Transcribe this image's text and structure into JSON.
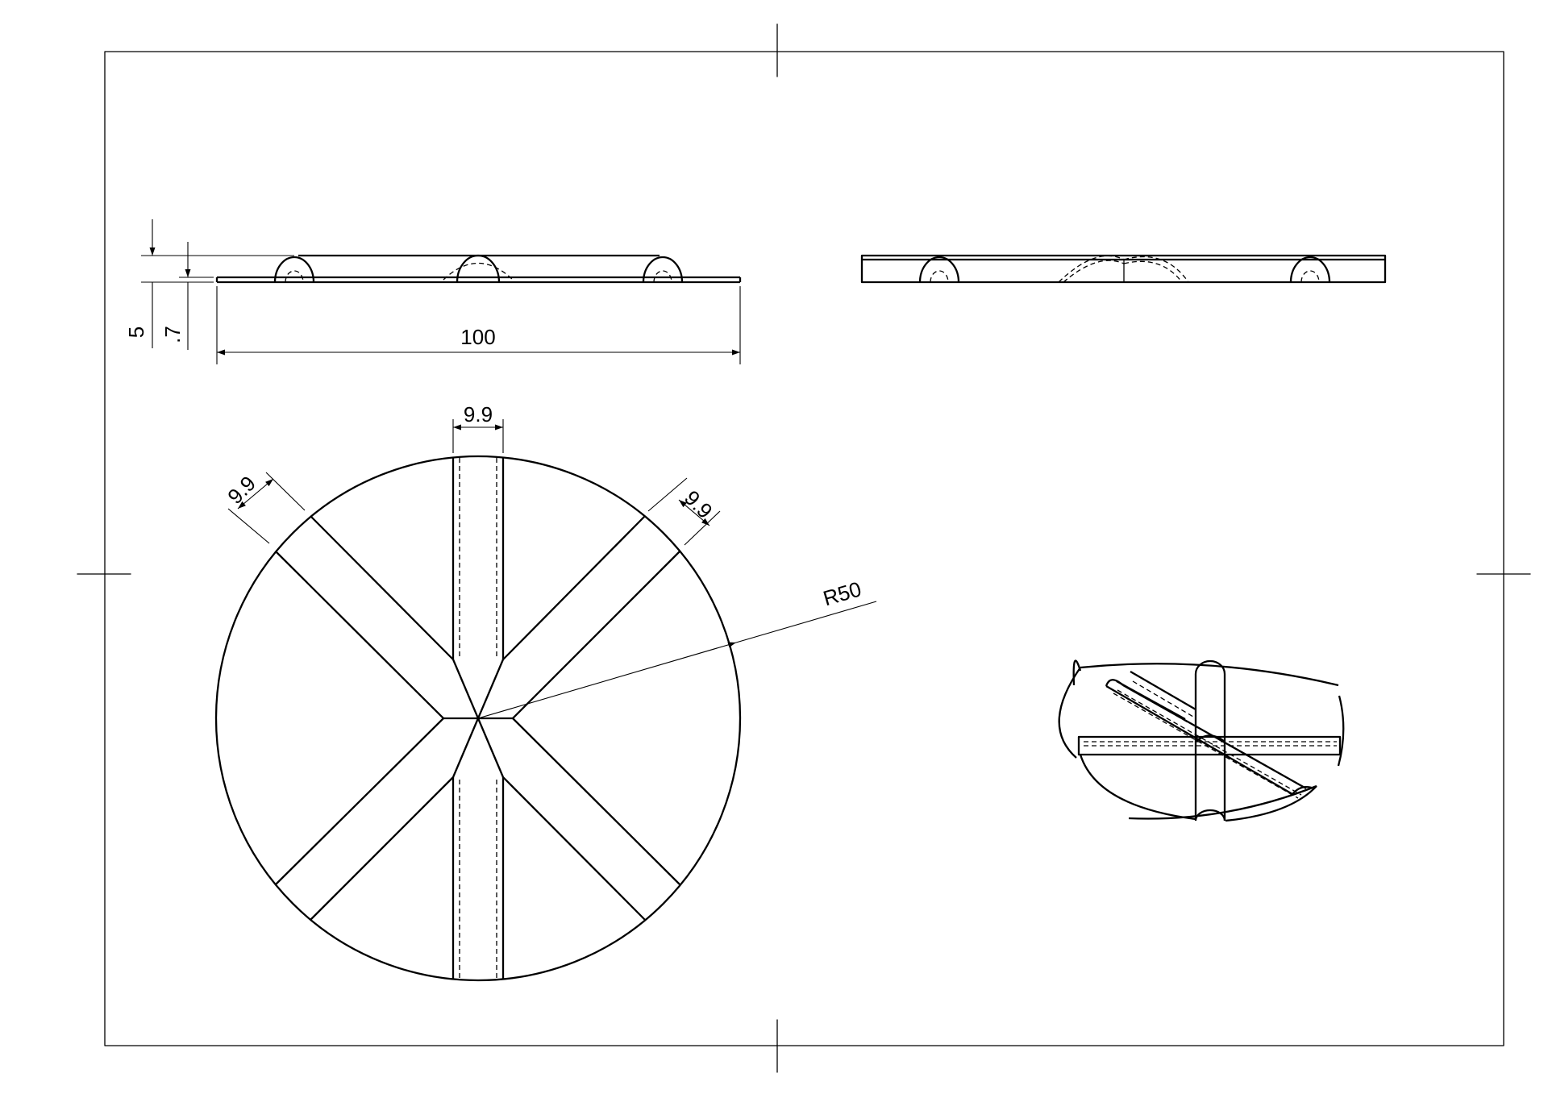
{
  "dimensions": {
    "overall_width": "100",
    "height_large": "5",
    "height_small": ".7",
    "groove_width_top": "9.9",
    "groove_width_left": "9.9",
    "groove_width_right": "9.9",
    "radius": "R50"
  },
  "colors": {
    "line": "#000000",
    "background": "#ffffff"
  }
}
